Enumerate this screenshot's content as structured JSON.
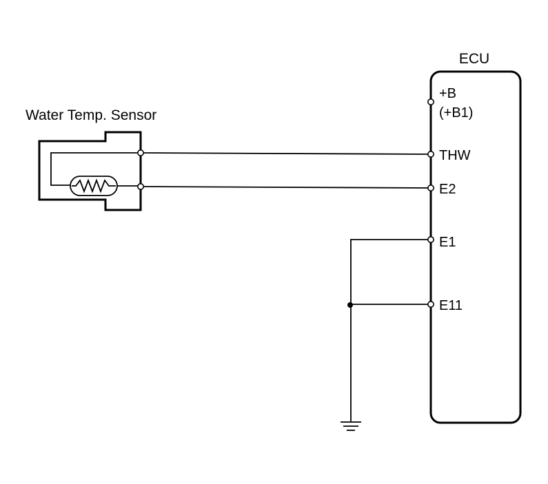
{
  "ecu": {
    "title": "ECU",
    "pins": {
      "b": "+B",
      "b1": "(+B1)",
      "thw": "THW",
      "e2": "E2",
      "e1": "E1",
      "e11": "E11"
    }
  },
  "sensor": {
    "title": "Water Temp. Sensor"
  }
}
